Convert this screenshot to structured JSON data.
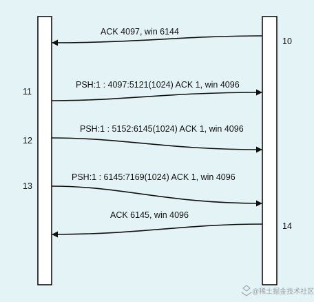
{
  "colors": {
    "background": "#e3f3f6",
    "lifeline_fill": "#ffffff",
    "stroke": "#111111",
    "text": "#111111",
    "watermark": "#9aa0a6"
  },
  "messages": [
    {
      "id": "m1",
      "label": "ACK 4097, win 6144",
      "direction": "right-to-left"
    },
    {
      "id": "m2",
      "label": "PSH:1 : 4097:5121(1024) ACK 1, win 4096",
      "direction": "left-to-right"
    },
    {
      "id": "m3",
      "label": "PSH:1 : 5152:6145(1024) ACK 1, win 4096",
      "direction": "left-to-right"
    },
    {
      "id": "m4",
      "label": "PSH:1 : 6145:7169(1024) ACK 1, win 4096",
      "direction": "left-to-right"
    },
    {
      "id": "m5",
      "label": "ACK 6145, win 4096",
      "direction": "right-to-left"
    }
  ],
  "steps": {
    "s10": "10",
    "s11": "11",
    "s12": "12",
    "s13": "13",
    "s14": "14"
  },
  "watermark": {
    "icon": "juejin-icon",
    "text": "@稀土掘金技术社区"
  }
}
